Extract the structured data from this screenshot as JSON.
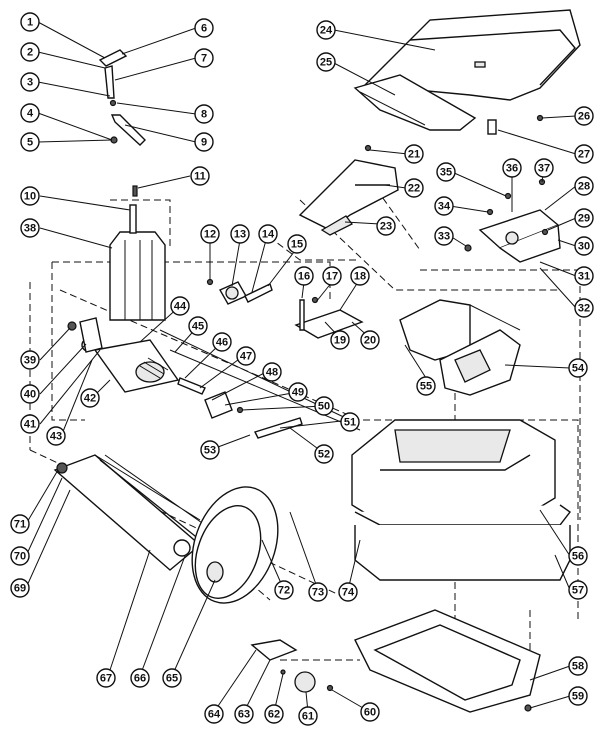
{
  "diagram": {
    "callouts": [
      {
        "id": "c1",
        "label": "1"
      },
      {
        "id": "c2",
        "label": "2"
      },
      {
        "id": "c3",
        "label": "3"
      },
      {
        "id": "c4",
        "label": "4"
      },
      {
        "id": "c5",
        "label": "5"
      },
      {
        "id": "c6",
        "label": "6"
      },
      {
        "id": "c7",
        "label": "7"
      },
      {
        "id": "c8",
        "label": "8"
      },
      {
        "id": "c9",
        "label": "9"
      },
      {
        "id": "c10",
        "label": "10"
      },
      {
        "id": "c11",
        "label": "11"
      },
      {
        "id": "c12",
        "label": "12"
      },
      {
        "id": "c13",
        "label": "13"
      },
      {
        "id": "c14",
        "label": "14"
      },
      {
        "id": "c15",
        "label": "15"
      },
      {
        "id": "c16",
        "label": "16"
      },
      {
        "id": "c17",
        "label": "17"
      },
      {
        "id": "c18",
        "label": "18"
      },
      {
        "id": "c19",
        "label": "19"
      },
      {
        "id": "c20",
        "label": "20"
      },
      {
        "id": "c21",
        "label": "21"
      },
      {
        "id": "c22",
        "label": "22"
      },
      {
        "id": "c23",
        "label": "23"
      },
      {
        "id": "c24",
        "label": "24"
      },
      {
        "id": "c25",
        "label": "25"
      },
      {
        "id": "c26",
        "label": "26"
      },
      {
        "id": "c27",
        "label": "27"
      },
      {
        "id": "c28",
        "label": "28"
      },
      {
        "id": "c29",
        "label": "29"
      },
      {
        "id": "c30",
        "label": "30"
      },
      {
        "id": "c31",
        "label": "31"
      },
      {
        "id": "c32",
        "label": "32"
      },
      {
        "id": "c33",
        "label": "33"
      },
      {
        "id": "c34",
        "label": "34"
      },
      {
        "id": "c35",
        "label": "35"
      },
      {
        "id": "c36",
        "label": "36"
      },
      {
        "id": "c37",
        "label": "37"
      },
      {
        "id": "c38",
        "label": "38"
      },
      {
        "id": "c39",
        "label": "39"
      },
      {
        "id": "c40",
        "label": "40"
      },
      {
        "id": "c41",
        "label": "41"
      },
      {
        "id": "c42",
        "label": "42"
      },
      {
        "id": "c43",
        "label": "43"
      },
      {
        "id": "c44",
        "label": "44"
      },
      {
        "id": "c45",
        "label": "45"
      },
      {
        "id": "c46",
        "label": "46"
      },
      {
        "id": "c47",
        "label": "47"
      },
      {
        "id": "c48",
        "label": "48"
      },
      {
        "id": "c49",
        "label": "49"
      },
      {
        "id": "c50",
        "label": "50"
      },
      {
        "id": "c51",
        "label": "51"
      },
      {
        "id": "c52",
        "label": "52"
      },
      {
        "id": "c53",
        "label": "53"
      },
      {
        "id": "c54",
        "label": "54"
      },
      {
        "id": "c55",
        "label": "55"
      },
      {
        "id": "c56",
        "label": "56"
      },
      {
        "id": "c57",
        "label": "57"
      },
      {
        "id": "c58",
        "label": "58"
      },
      {
        "id": "c59",
        "label": "59"
      },
      {
        "id": "c60",
        "label": "60"
      },
      {
        "id": "c61",
        "label": "61"
      },
      {
        "id": "c62",
        "label": "62"
      },
      {
        "id": "c63",
        "label": "63"
      },
      {
        "id": "c64",
        "label": "64"
      },
      {
        "id": "c65",
        "label": "65"
      },
      {
        "id": "c66",
        "label": "66"
      },
      {
        "id": "c67",
        "label": "67"
      },
      {
        "id": "c69",
        "label": "69"
      },
      {
        "id": "c70",
        "label": "70"
      },
      {
        "id": "c71",
        "label": "71"
      },
      {
        "id": "c72",
        "label": "72"
      },
      {
        "id": "c73",
        "label": "73"
      },
      {
        "id": "c74",
        "label": "74"
      }
    ]
  }
}
